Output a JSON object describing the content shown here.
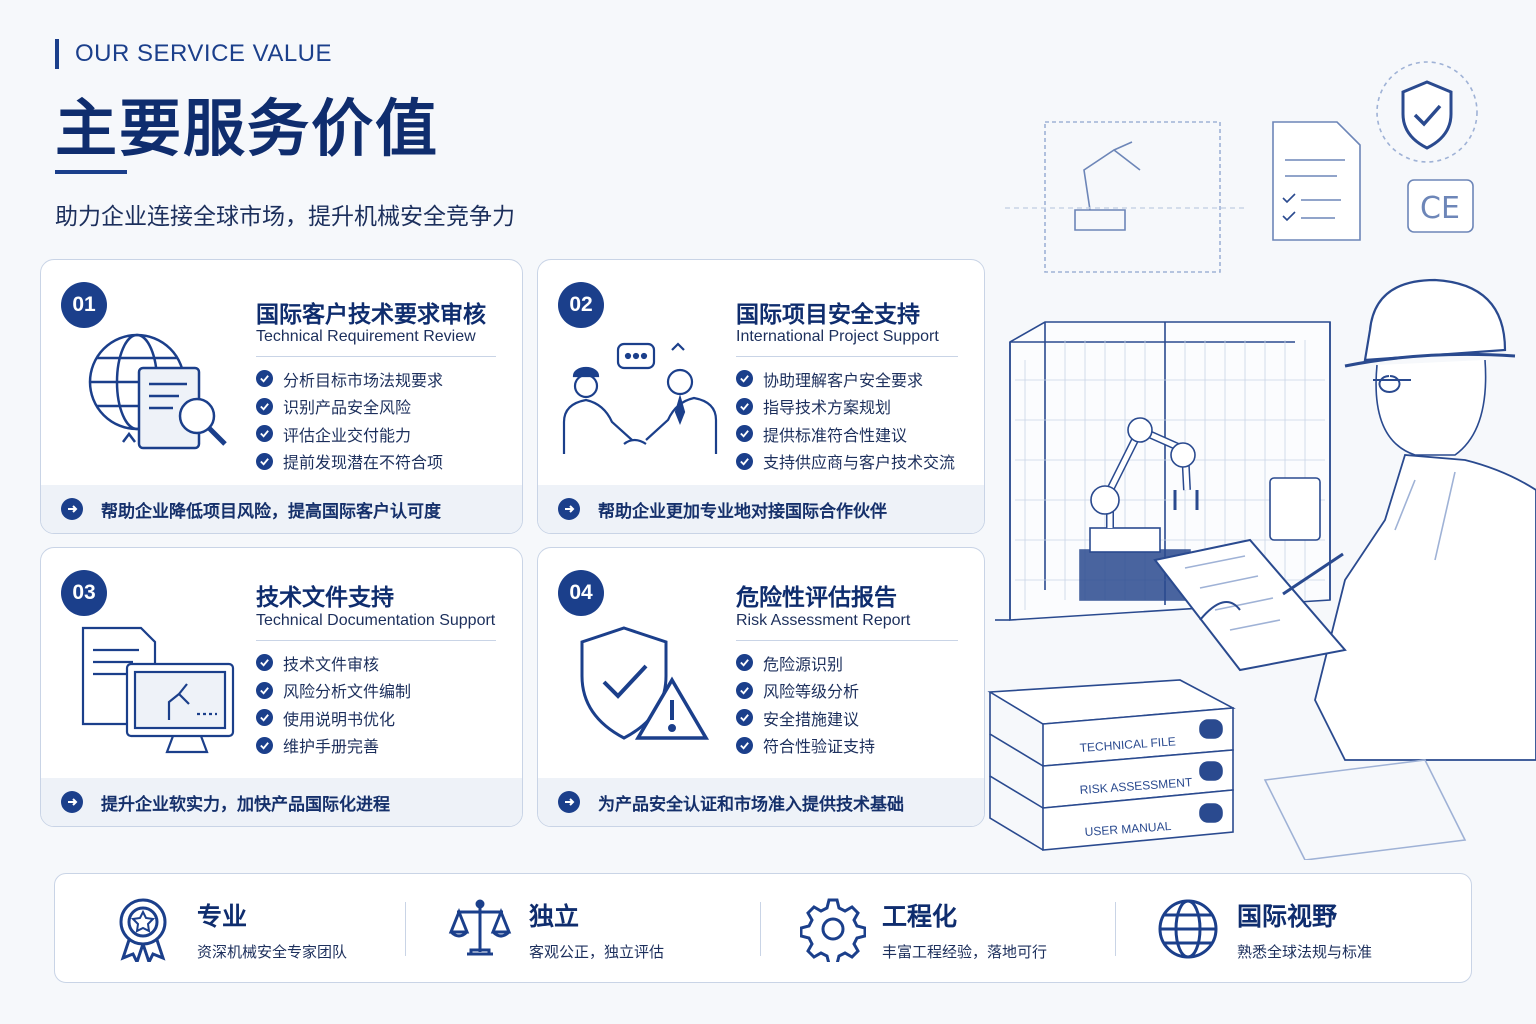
{
  "header": {
    "eyebrow": "OUR SERVICE VALUE",
    "title": "主要服务价值",
    "subtitle": "助力企业连接全球市场，提升机械安全竞争力"
  },
  "cards": [
    {
      "number": "01",
      "title": "国际客户技术要求审核",
      "subtitle": "Technical Requirement Review",
      "bullets": [
        "分析目标市场法规要求",
        "识别产品安全风险",
        "评估企业交付能力",
        "提前发现潜在不符合项"
      ],
      "footer": "帮助企业降低项目风险，提高国际客户认可度",
      "icon": "globe-document-icon"
    },
    {
      "number": "02",
      "title": "国际项目安全支持",
      "subtitle": "International Project Support",
      "bullets": [
        "协助理解客户安全要求",
        "指导技术方案规划",
        "提供标准符合性建议",
        "支持供应商与客户技术交流"
      ],
      "footer": "帮助企业更加专业地对接国际合作伙伴",
      "icon": "handshake-icon"
    },
    {
      "number": "03",
      "title": "技术文件支持",
      "subtitle": "Technical Documentation Support",
      "bullets": [
        "技术文件审核",
        "风险分析文件编制",
        "使用说明书优化",
        "维护手册完善"
      ],
      "footer": "提升企业软实力，加快产品国际化进程",
      "icon": "documents-monitor-icon"
    },
    {
      "number": "04",
      "title": "危险性评估报告",
      "subtitle": "Risk Assessment Report",
      "bullets": [
        "危险源识别",
        "风险等级分析",
        "安全措施建议",
        "符合性验证支持"
      ],
      "footer": "为产品安全认证和市场准入提供技术基础",
      "icon": "shield-warning-icon"
    }
  ],
  "values": [
    {
      "title": "专业",
      "desc": "资深机械安全专家团队",
      "icon": "award-ribbon-icon"
    },
    {
      "title": "独立",
      "desc": "客观公正，独立评估",
      "icon": "scales-icon"
    },
    {
      "title": "工程化",
      "desc": "丰富工程经验，落地可行",
      "icon": "gear-icon"
    },
    {
      "title": "国际视野",
      "desc": "熟悉全球法规与标准",
      "icon": "globe-icon"
    }
  ],
  "illustration": {
    "binders": [
      "TECHNICAL FILE",
      "RISK ASSESSMENT",
      "USER MANUAL"
    ],
    "ce_mark": "CE",
    "icon": "engineer-robot-cell-illustration"
  },
  "colors": {
    "primary": "#1b3f8b",
    "dark": "#0f2d6e",
    "border": "#c9d4e6",
    "footer_bg": "#eef2f8"
  }
}
